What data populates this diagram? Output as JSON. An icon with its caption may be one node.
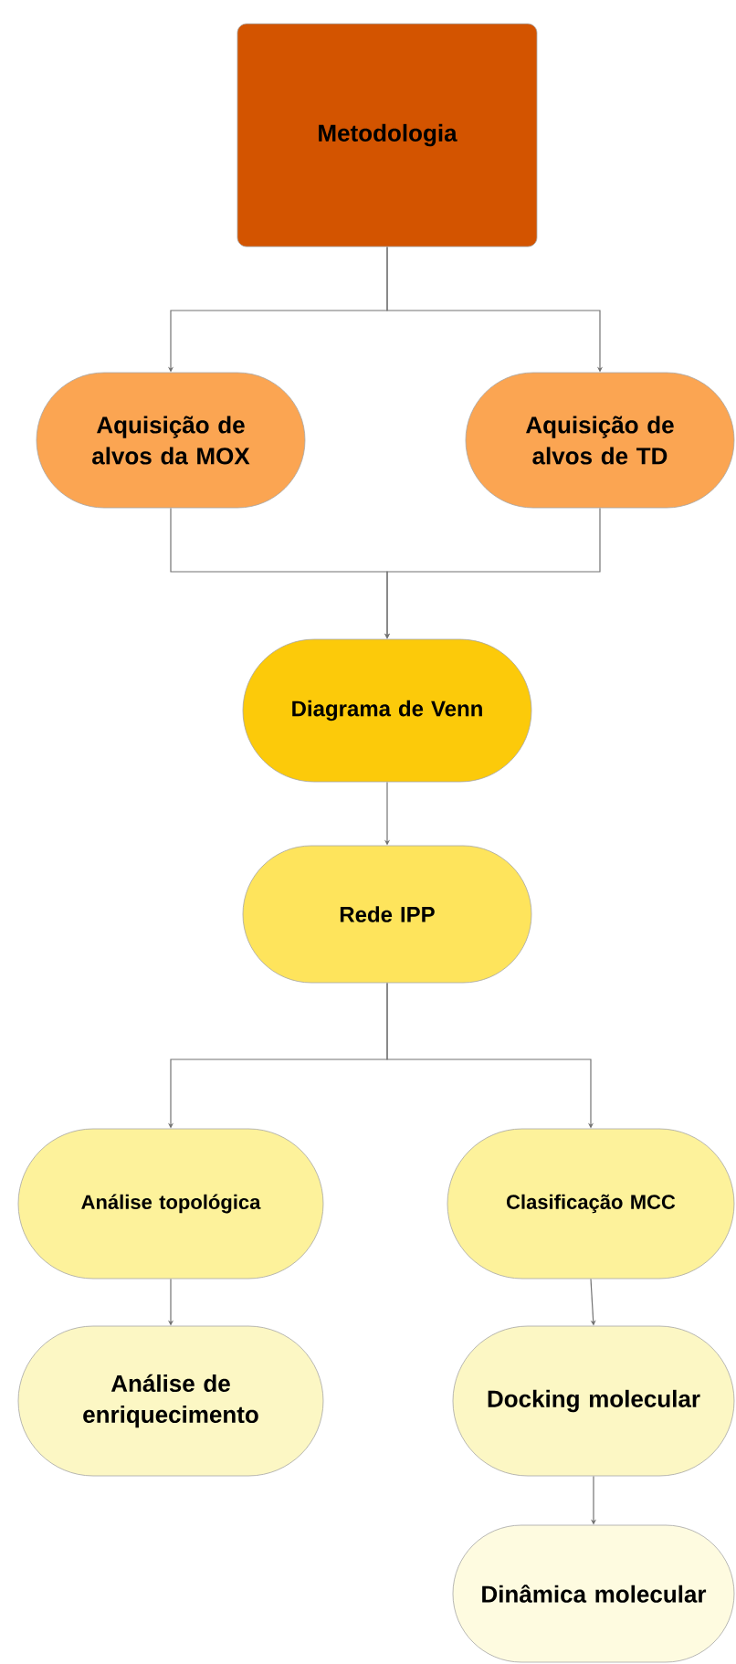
{
  "diagram": {
    "nodes": [
      {
        "text": [
          "Metodologia"
        ]
      },
      {
        "text": [
          "Aquisição de alvos da MOX"
        ]
      },
      {
        "text": [
          "Aquisição de alvos de TD"
        ]
      },
      {
        "text": [
          "Diagrama de Venn"
        ]
      },
      {
        "text": [
          "Rede IPP"
        ]
      },
      {
        "text": [
          "Análise topológica"
        ]
      },
      {
        "text": [
          "Clasificação MCC"
        ]
      },
      {
        "text": [
          "Análise de enriquecimento"
        ]
      },
      {
        "text": [
          "Docking molecular"
        ]
      },
      {
        "text": [
          "Dinâmica molecular"
        ]
      }
    ],
    "edges": [
      {
        "from": 0,
        "to": 1,
        "arrow": "to"
      },
      {
        "from": 0,
        "to": 2,
        "arrow": "to"
      },
      {
        "from": 1,
        "to": 3,
        "arrow": "to"
      },
      {
        "from": 2,
        "to": 3,
        "arrow": "to"
      },
      {
        "from": 3,
        "to": 4,
        "arrow": "to"
      },
      {
        "from": 4,
        "to": 5,
        "arrow": "to"
      },
      {
        "from": 4,
        "to": 6,
        "arrow": "to"
      },
      {
        "from": 5,
        "to": 7,
        "arrow": "to"
      },
      {
        "from": 6,
        "to": 8,
        "arrow": "to"
      },
      {
        "from": 8,
        "to": 9,
        "arrow": "to"
      }
    ]
  }
}
